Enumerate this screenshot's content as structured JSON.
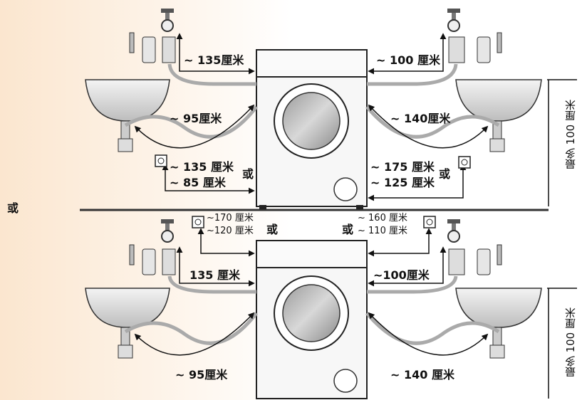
{
  "or_text": "或",
  "unit_cm": "厘米",
  "top": {
    "hose_tap_left": "~ 135厘米",
    "hose_tap_right": "~ 100 厘米",
    "drain_left": "~ 95厘米",
    "drain_right": "~ 140厘米",
    "power_left_1": "~ 135 厘米",
    "power_left_2": "~ 85 厘米",
    "power_right_1": "~ 175 厘米",
    "power_right_2": "~ 125 厘米",
    "max_height": "最多 100 厘米"
  },
  "bottom": {
    "power_left_1": "~170 厘米",
    "power_left_2": "~120 厘米",
    "power_right_1": "~ 160 厘米",
    "power_right_2": "~ 110 厘米",
    "hose_tap_left": "135 厘米",
    "hose_tap_right": "~100厘米",
    "drain_left": "~ 95厘米",
    "drain_right": "~ 140 厘米",
    "max_height": "最多 100 厘米"
  }
}
